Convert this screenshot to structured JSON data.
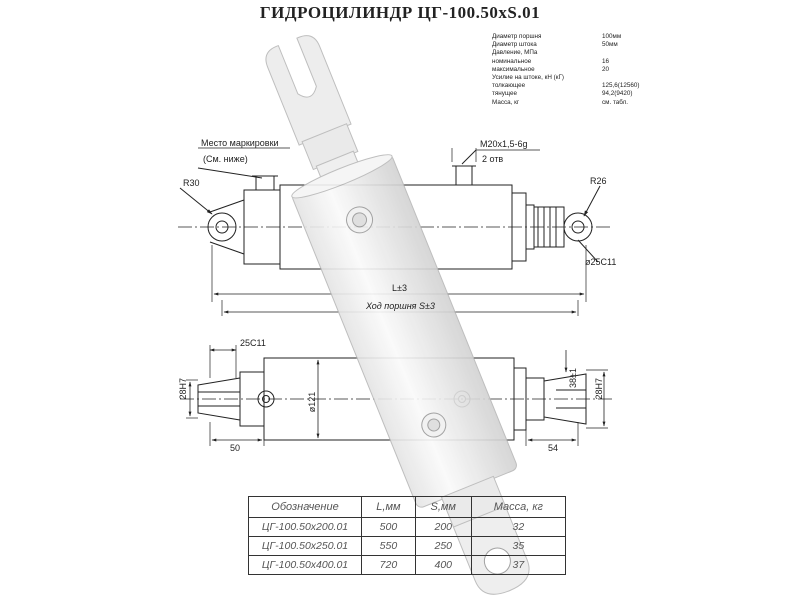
{
  "title": "ГИДРОЦИЛИНДР ЦГ-100.50xS.01",
  "specs": [
    {
      "label": "Диаметр поршня",
      "value": "100мм"
    },
    {
      "label": "Диаметр штока",
      "value": "50мм"
    },
    {
      "label": "Давление, МПа",
      "value": ""
    },
    {
      "label": "номинальное",
      "value": "16"
    },
    {
      "label": "максимальное",
      "value": "20"
    },
    {
      "label": "Усилие на штоке, кН (кГ)",
      "value": ""
    },
    {
      "label": "толкающее",
      "value": "125,6(12560)"
    },
    {
      "label": "тянущее",
      "value": "94,2(9420)"
    },
    {
      "label": "Масса, кг",
      "value": "см. табл."
    }
  ],
  "annotations": {
    "marking_place": "Место маркировки",
    "marking_note": "(См. ниже)",
    "thread": "M20x1,5-6g",
    "thread_count": "2 отв",
    "r_left": "R30",
    "r_right": "R26",
    "dia_pin_right": "ø25C11",
    "length": "L±3",
    "stroke": "Ход поршня S±3",
    "pin_width": "25C11",
    "ear_left": "28H7",
    "ear_right_a": "28H7",
    "ear_right_b": "38±1",
    "dia_body": "ø121",
    "dim_left": "50",
    "dim_right": "54"
  },
  "table": {
    "headers": [
      "Обозначение",
      "L,мм",
      "S,мм",
      "Масса, кг"
    ],
    "rows": [
      [
        "ЦГ-100.50x200.01",
        "500",
        "200",
        "32"
      ],
      [
        "ЦГ-100.50x250.01",
        "550",
        "250",
        "35"
      ],
      [
        "ЦГ-100.50x400.01",
        "720",
        "400",
        "37"
      ]
    ]
  }
}
